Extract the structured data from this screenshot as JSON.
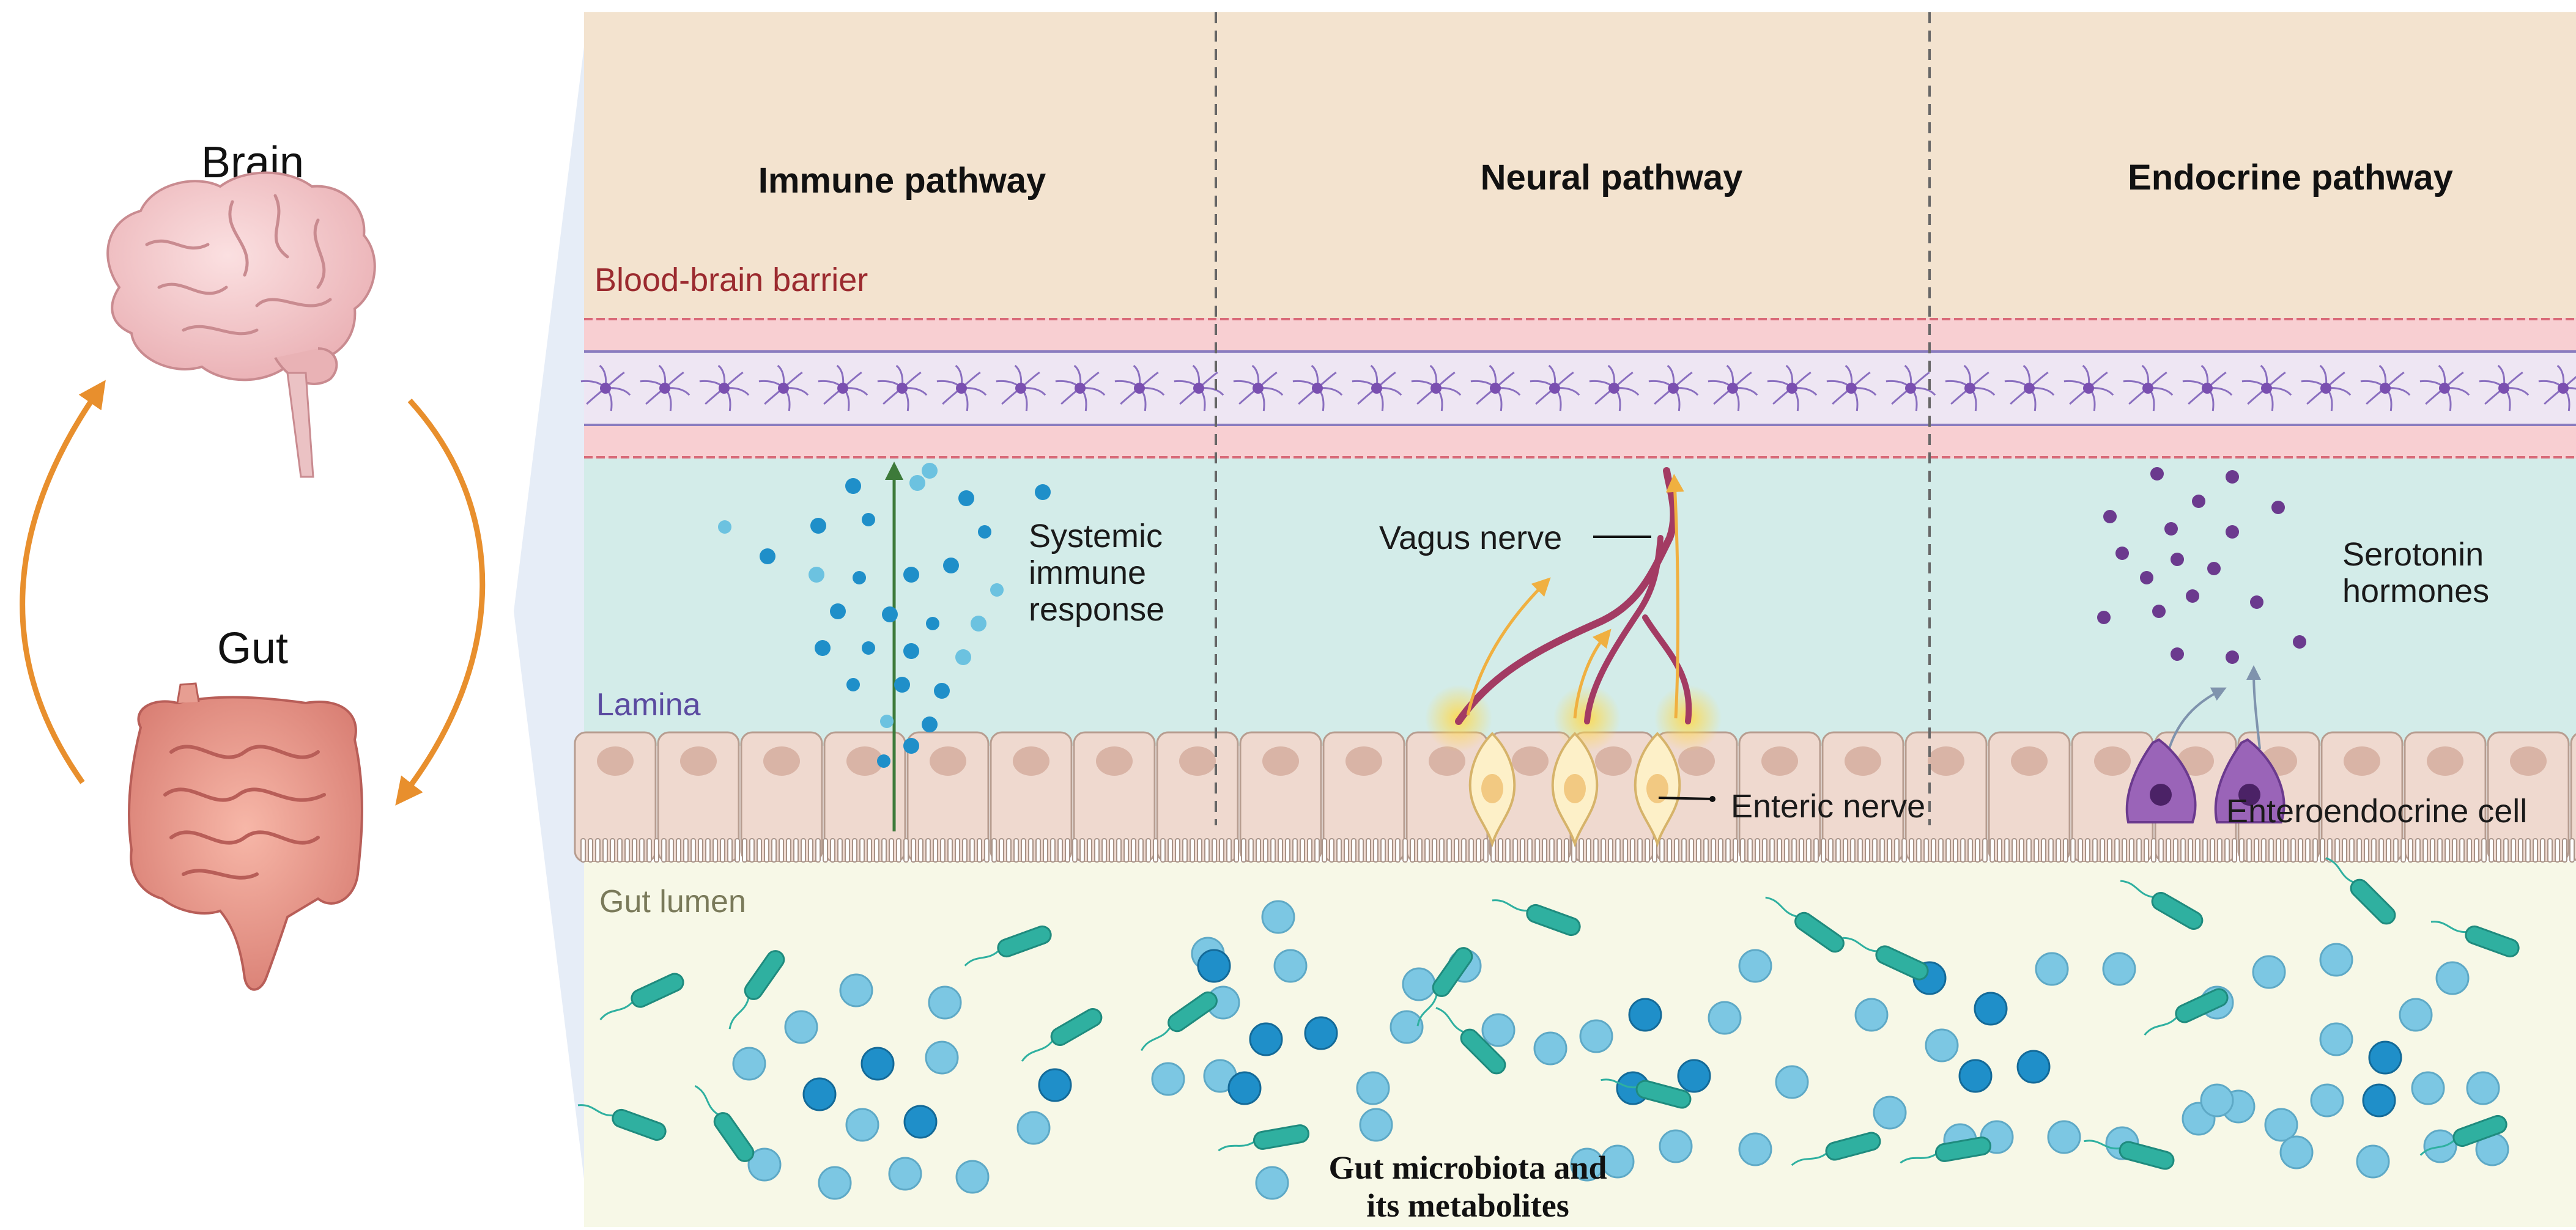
{
  "left_panel": {
    "brain_label": "Brain",
    "gut_label": "Gut"
  },
  "columns": [
    {
      "title": "Immune pathway"
    },
    {
      "title": "Neural pathway"
    },
    {
      "title": "Endocrine pathway"
    }
  ],
  "layers": {
    "barrier_label": "Blood-brain barrier",
    "lamina_label": "Lamina",
    "lumen_label": "Gut lumen"
  },
  "annotations": {
    "immune_line1": "Systemic",
    "immune_line2": "immune",
    "immune_line3": "response",
    "vagus": "Vagus nerve",
    "enteric": "Enteric nerve",
    "serotonin_line1": "Serotonin",
    "serotonin_line2": "hormones",
    "enteroendocrine": "Enteroendocrine cell"
  },
  "microbiota": {
    "line1": "Gut microbiota and",
    "line2": "its metabolites"
  },
  "colors": {
    "brain_region": "#f3e3cf",
    "barrier": "#f8cfd2",
    "lamina_region": "#d3ece9",
    "lumen_region": "#f7f8e7",
    "orange_arrow": "#e88f2d",
    "vagus_nerve": "#a33b63",
    "immune_dot": "#1f8fc9",
    "serotonin_dot": "#6b3a8e",
    "bacteria": "#2fb0a0"
  }
}
